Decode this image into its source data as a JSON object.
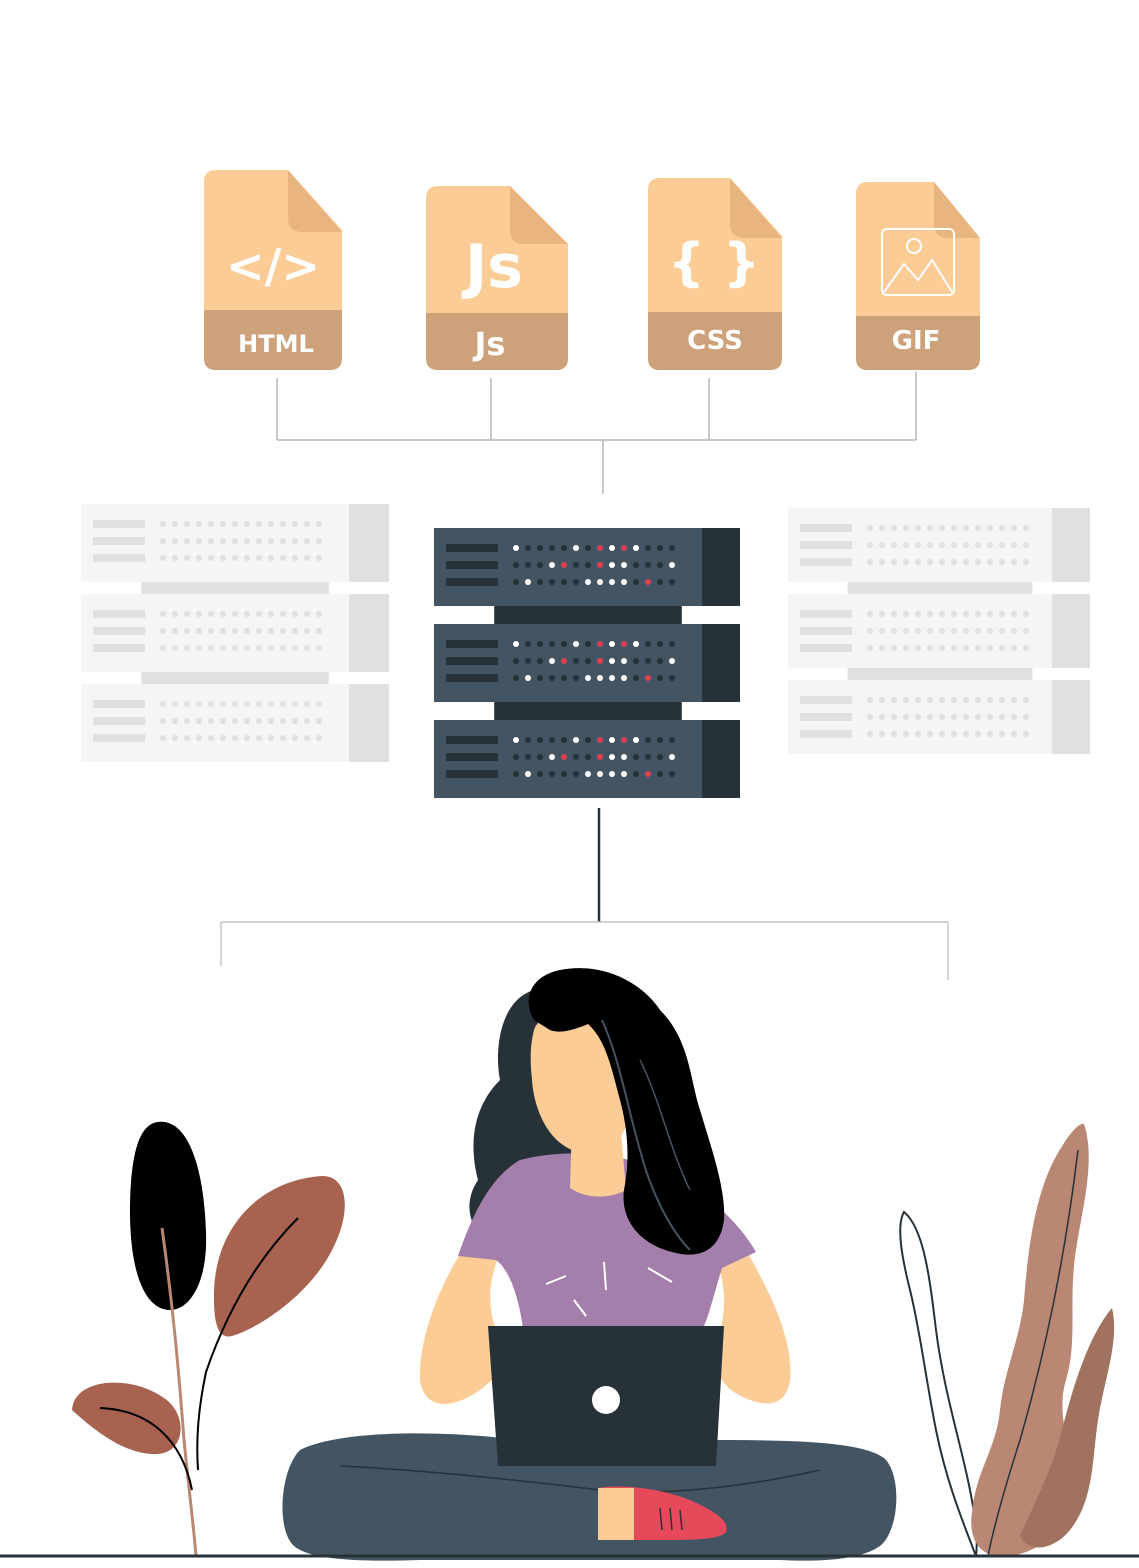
{
  "files": [
    {
      "label": "HTML",
      "glyph": "</>",
      "icon": "code-icon"
    },
    {
      "label": "Js",
      "glyph": "Js",
      "icon": "js-icon"
    },
    {
      "label": "CSS",
      "glyph": "{ }",
      "icon": "braces-icon"
    },
    {
      "label": "GIF",
      "glyph": "",
      "icon": "image-icon"
    }
  ],
  "colors": {
    "file_body": "#fccc96",
    "file_band": "#cda27b",
    "file_fold": "#e8b47f",
    "server_dark": "#435462",
    "server_dark_side": "#263238",
    "server_light": "#f5f5f5",
    "server_light_side": "#e0e0e0",
    "led_red": "#e0404f",
    "shirt": "#a57fab",
    "skin": "#fccc96",
    "hair": "#000000",
    "pants": "#435462",
    "laptop": "#263238",
    "shoe": "#e64a5a",
    "leaf_dark": "#000000",
    "leaf_brown": "#a7634f",
    "leaf_tan": "#b98773"
  }
}
